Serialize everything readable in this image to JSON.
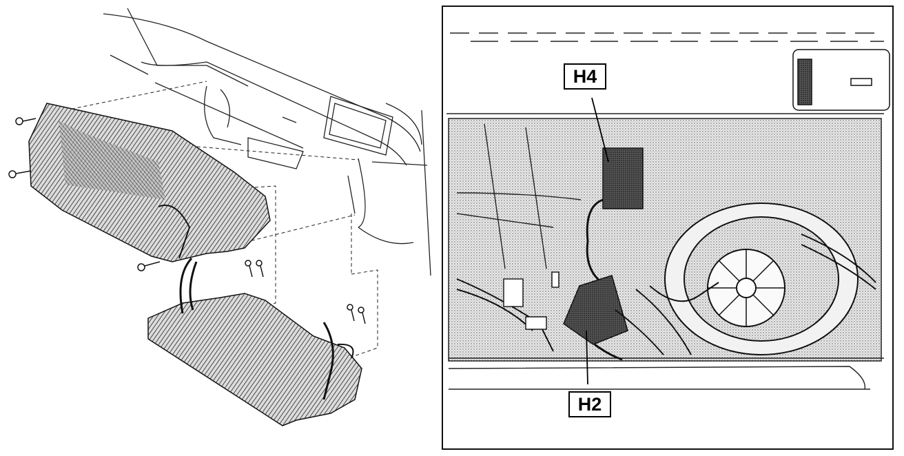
{
  "diagram": {
    "callouts": [
      {
        "id": "h4",
        "label": "H4"
      },
      {
        "id": "h2",
        "label": "H2"
      }
    ]
  }
}
